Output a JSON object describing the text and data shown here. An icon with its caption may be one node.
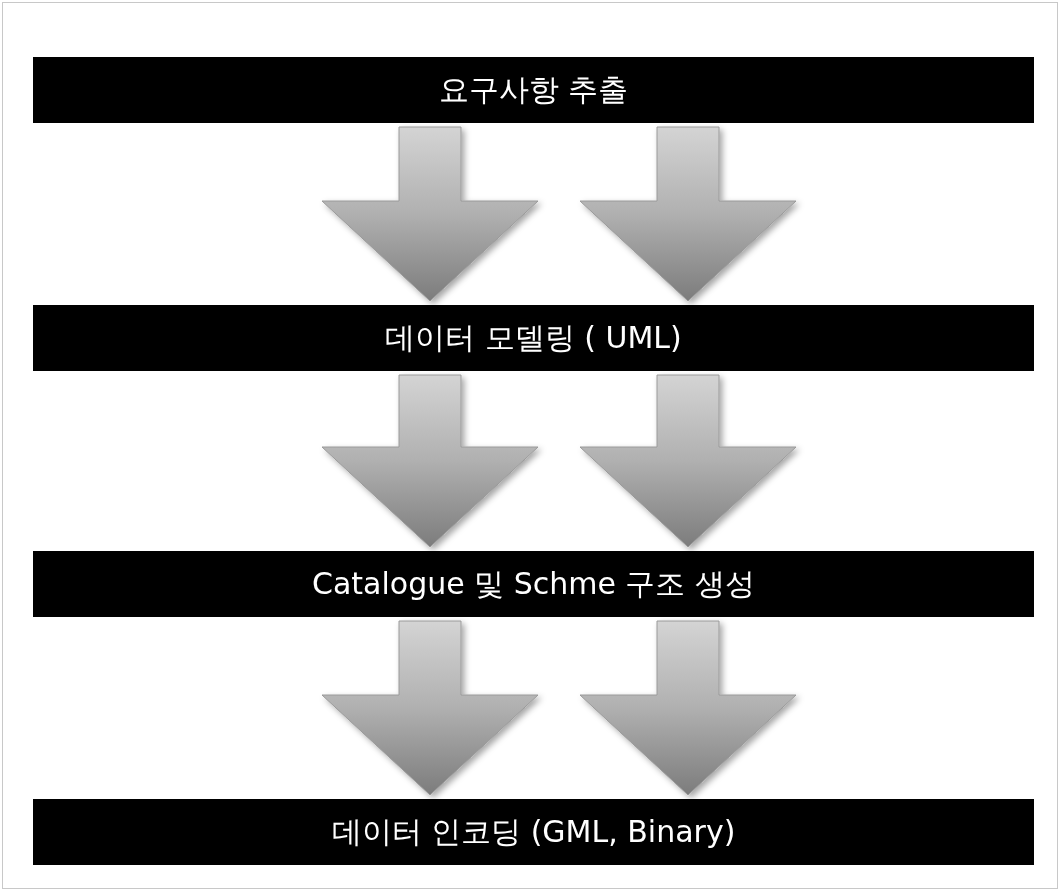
{
  "diagram": {
    "nodes": [
      {
        "text": [
          "요구사항 추출"
        ]
      },
      {
        "text": [
          "데이터 모델링 ( UML)"
        ]
      },
      {
        "text": [
          "Catalogue 및 Schme 구조 생성"
        ]
      },
      {
        "text": [
          "데이터 인코딩 (GML, Binary)"
        ]
      }
    ],
    "edges": [
      {
        "from": 0,
        "to": 1,
        "arrow": "to"
      },
      {
        "from": 0,
        "to": 1,
        "arrow": "to"
      },
      {
        "from": 1,
        "to": 2,
        "arrow": "to"
      },
      {
        "from": 1,
        "to": 2,
        "arrow": "to"
      },
      {
        "from": 2,
        "to": 3,
        "arrow": "to"
      },
      {
        "from": 2,
        "to": 3,
        "arrow": "to"
      }
    ]
  }
}
